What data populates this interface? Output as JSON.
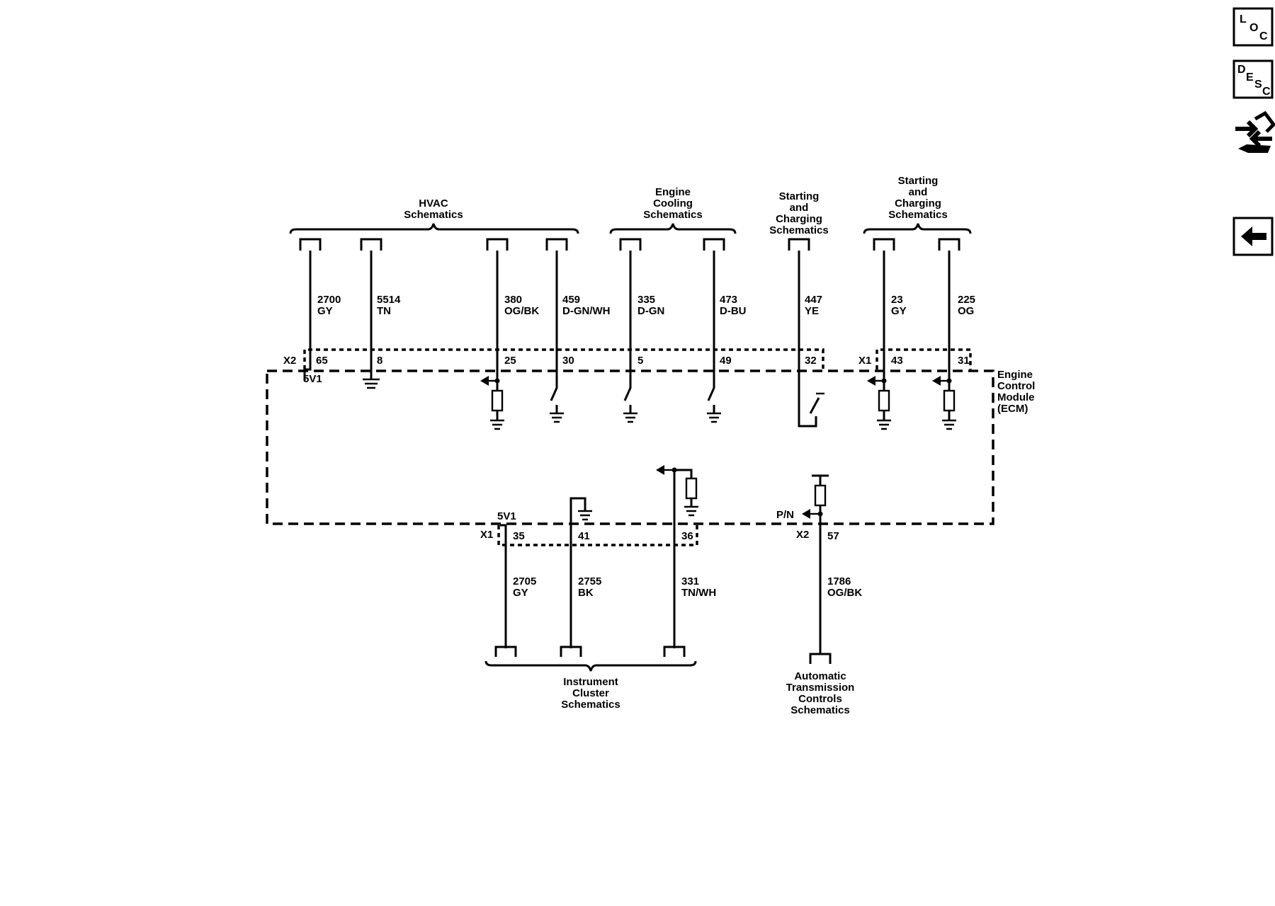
{
  "groups": {
    "hvac": [
      "HVAC",
      "Schematics"
    ],
    "cooling": [
      "Engine",
      "Cooling",
      "Schematics"
    ],
    "starting1": [
      "Starting",
      "and",
      "Charging",
      "Schematics"
    ],
    "starting2": [
      "Starting",
      "and",
      "Charging",
      "Schematics"
    ],
    "cluster": [
      "Instrument",
      "Cluster",
      "Schematics"
    ],
    "trans": [
      "Automatic",
      "Transmission",
      "Controls",
      "Schematics"
    ]
  },
  "module": [
    "Engine",
    "Control",
    "Module",
    "(ECM)"
  ],
  "connectors": {
    "x2_top": "X2",
    "x1_top": "X1",
    "x1_bottom": "X1",
    "x2_bottom": "X2"
  },
  "labels": {
    "ref_top": "5V1",
    "ref_bottom": "5V1",
    "pn": "P/N"
  },
  "wires_top": [
    {
      "circuit": "2700",
      "color": "GY",
      "pin": "65"
    },
    {
      "circuit": "5514",
      "color": "TN",
      "pin": "8"
    },
    {
      "circuit": "380",
      "color": "OG/BK",
      "pin": "25"
    },
    {
      "circuit": "459",
      "color": "D-GN/WH",
      "pin": "30"
    },
    {
      "circuit": "335",
      "color": "D-GN",
      "pin": "5"
    },
    {
      "circuit": "473",
      "color": "D-BU",
      "pin": "49"
    },
    {
      "circuit": "447",
      "color": "YE",
      "pin": "32"
    },
    {
      "circuit": "23",
      "color": "GY",
      "pin": "43"
    },
    {
      "circuit": "225",
      "color": "OG",
      "pin": "31"
    }
  ],
  "wires_bottom": [
    {
      "circuit": "2705",
      "color": "GY",
      "pin": "35"
    },
    {
      "circuit": "2755",
      "color": "BK",
      "pin": "41"
    },
    {
      "circuit": "331",
      "color": "TN/WH",
      "pin": "36"
    },
    {
      "circuit": "1786",
      "color": "OG/BK",
      "pin": "57"
    }
  ],
  "nav": {
    "loc": [
      "L",
      "O",
      "C"
    ],
    "desc": [
      "D",
      "E",
      "S",
      "C"
    ]
  }
}
